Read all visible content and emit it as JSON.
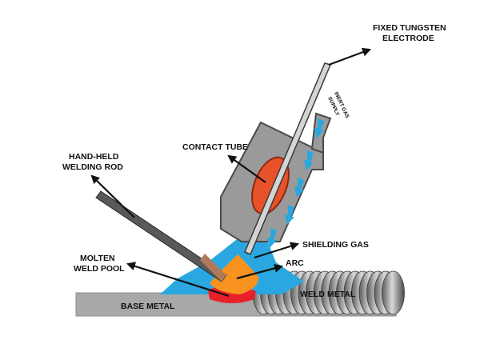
{
  "labels": {
    "electrode_line1": "FIXED TUNGSTEN",
    "electrode_line2": "ELECTRODE",
    "inert_gas_line1": "INERT GAS",
    "inert_gas_line2": "SUPPLY",
    "contact_tube": "CONTACT TUBE",
    "rod_line1": "HAND-HELD",
    "rod_line2": "WELDING ROD",
    "shielding_gas": "SHIELDING GAS",
    "arc": "ARC",
    "pool_line1": "MOLTEN",
    "pool_line2": "WELD POOL",
    "weld_metal": "WELD METAL",
    "base_metal": "BASE METAL"
  },
  "colors": {
    "torch_body": "#9a9a9a",
    "contact_tube": "#e8522a",
    "gas_flow": "#2aa7e0",
    "shielding_gas": "#2aa7e0",
    "arc": "#f7931e",
    "weld_pool": "#e8202a",
    "base_metal": "#a8a8a8",
    "weld_metal": "#8a8a8a",
    "rod": "#595959"
  }
}
